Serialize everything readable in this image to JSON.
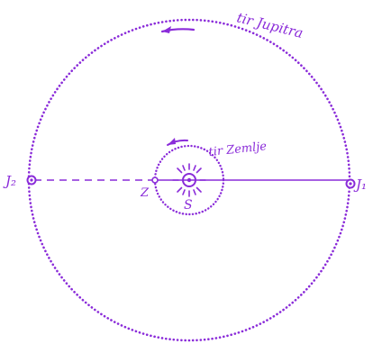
{
  "colors": {
    "ink": "#8a2bd9",
    "background": "#ffffff"
  },
  "labels": {
    "jupiter_orbit": "tir Jupitra",
    "earth_orbit": "tir Zemlje",
    "sun": "S",
    "earth": "Z",
    "jupiter_left": "J₂",
    "jupiter_right": "J₁"
  }
}
